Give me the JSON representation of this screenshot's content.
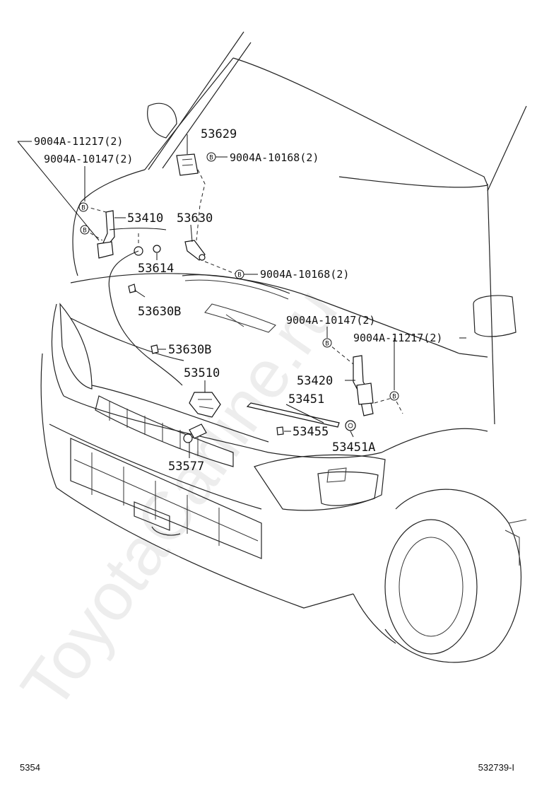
{
  "watermark": "ToyotaCarline.ru",
  "parts": [
    {
      "id": "label-9004a-11217-left",
      "text": "9004A-11217(2)"
    },
    {
      "id": "label-9004a-10147-left",
      "text": "9004A-10147(2)"
    },
    {
      "id": "label-53629",
      "text": "53629"
    },
    {
      "id": "label-9004a-10168-top",
      "text": "9004A-10168(2)"
    },
    {
      "id": "label-53410",
      "text": "53410"
    },
    {
      "id": "label-53630",
      "text": "53630"
    },
    {
      "id": "label-53614",
      "text": "53614"
    },
    {
      "id": "label-9004a-10168-mid",
      "text": "9004A-10168(2)"
    },
    {
      "id": "label-53630b-upper",
      "text": "53630B"
    },
    {
      "id": "label-9004a-10147-right",
      "text": "9004A-10147(2)"
    },
    {
      "id": "label-9004a-11217-right",
      "text": "9004A-11217(2)"
    },
    {
      "id": "label-53630b-lower",
      "text": "53630B"
    },
    {
      "id": "label-53510",
      "text": "53510"
    },
    {
      "id": "label-53420",
      "text": "53420"
    },
    {
      "id": "label-53451",
      "text": "53451"
    },
    {
      "id": "label-53455",
      "text": "53455"
    },
    {
      "id": "label-53451a",
      "text": "53451A"
    },
    {
      "id": "label-53577",
      "text": "53577"
    }
  ],
  "bolt_marker": "B",
  "footer": {
    "left": "5354",
    "right": "532739-I"
  }
}
